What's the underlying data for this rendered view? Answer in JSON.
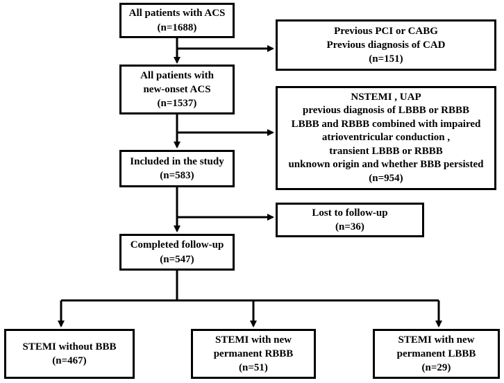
{
  "flowchart": {
    "boxes": {
      "all_acs": {
        "lines": [
          "All patients with ACS",
          "(n=1688)"
        ]
      },
      "excluded_prior": {
        "lines": [
          "Previous PCI or CABG",
          "Previous diagnosis of CAD",
          "(n=151)"
        ]
      },
      "new_onset": {
        "lines": [
          "All patients with",
          "new-onset ACS",
          "(n=1537)"
        ]
      },
      "excluded_criteria": {
        "lines": [
          "NSTEMI , UAP",
          "previous diagnosis of LBBB or RBBB",
          "LBBB and RBBB combined with impaired",
          "atrioventricular conduction ,",
          "transient LBBB or RBBB",
          "unknown origin and whether BBB persisted",
          "(n=954)"
        ]
      },
      "included": {
        "lines": [
          "Included in the study",
          "(n=583)"
        ]
      },
      "lost": {
        "lines": [
          "Lost to follow-up",
          "(n=36)"
        ]
      },
      "completed": {
        "lines": [
          "Completed follow-up",
          "(n=547)"
        ]
      },
      "stemi_no_bbb": {
        "lines": [
          "STEMI without BBB",
          "(n=467)"
        ]
      },
      "stemi_rbbb": {
        "lines": [
          "STEMI with new",
          "permanent RBBB",
          "(n=51)"
        ]
      },
      "stemi_lbbb": {
        "lines": [
          "STEMI with new",
          "permanent LBBB",
          "(n=29)"
        ]
      }
    }
  }
}
